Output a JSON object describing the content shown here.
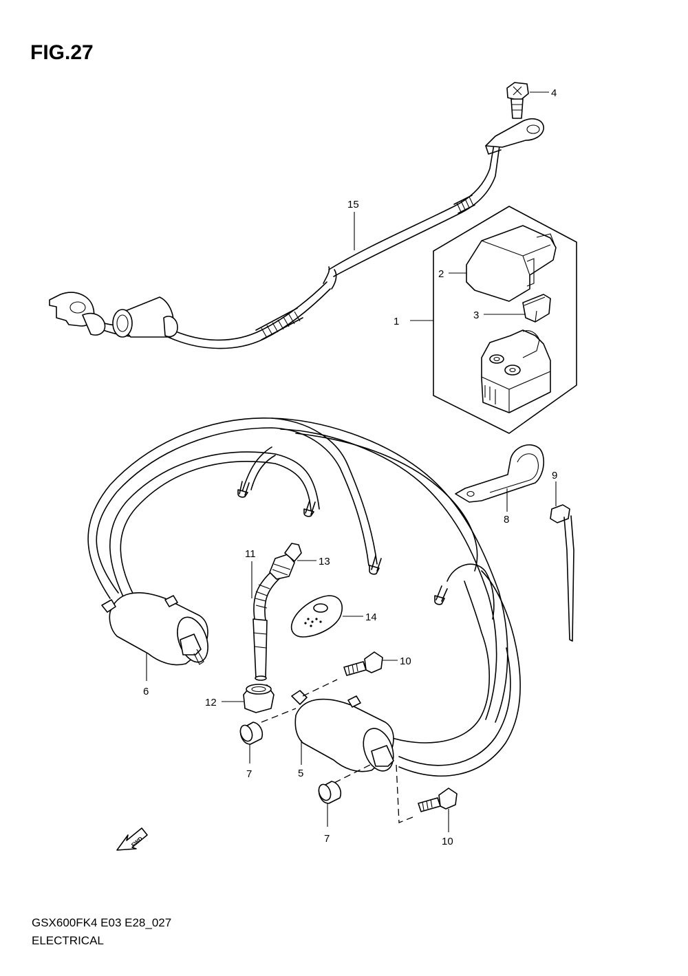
{
  "figure": {
    "title": "FIG.27",
    "model_code": "GSX600FK4 E03 E28_027",
    "section_name": "ELECTRICAL",
    "fwd_label": "FWD"
  },
  "callouts": {
    "c1": "1",
    "c2": "2",
    "c3": "3",
    "c4": "4",
    "c5": "5",
    "c6": "6",
    "c7a": "7",
    "c7b": "7",
    "c8": "8",
    "c9": "9",
    "c10a": "10",
    "c10b": "10",
    "c11": "11",
    "c12": "12",
    "c13": "13",
    "c14": "14",
    "c15": "15"
  }
}
